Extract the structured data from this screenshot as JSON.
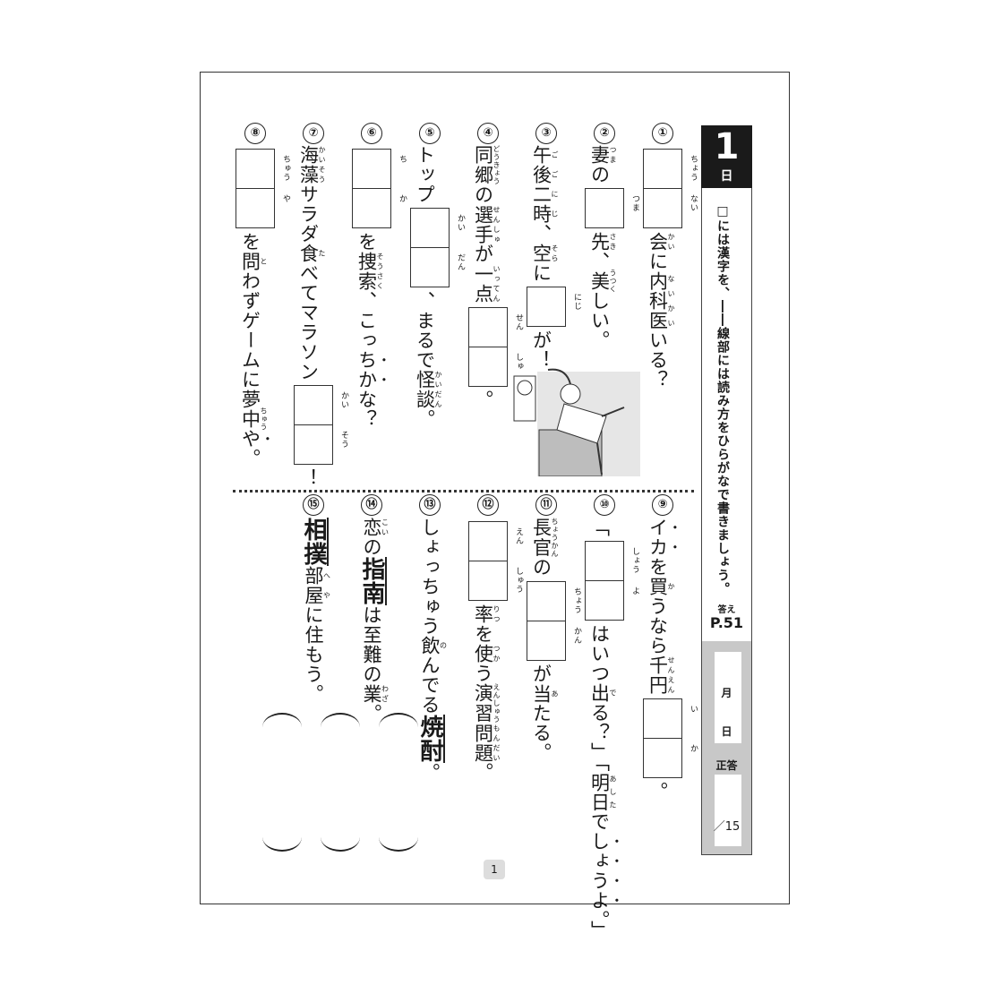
{
  "header": {
    "day_number": "1",
    "day_label": "日"
  },
  "instruction": "□には漢字を、――線部には読み方をひらがなで書きましょう。",
  "answer": {
    "label": "答え",
    "page": "P.51"
  },
  "record": {
    "month": "月",
    "day": "日",
    "score_label": "正答",
    "score": "／15"
  },
  "page_number": "1",
  "questions_top": [
    {
      "no": "①",
      "parts": [
        {
          "box": [
            "ちょう",
            "ない"
          ]
        },
        {
          "t": "会",
          "r": "かい"
        },
        {
          "t": "に"
        },
        {
          "t": "内科医",
          "r": "ないかい",
          "em": true
        },
        {
          "t": "いる？"
        }
      ]
    },
    {
      "no": "②",
      "parts": [
        {
          "t": "妻",
          "r": "つま",
          "em": true
        },
        {
          "t": "の"
        },
        {
          "box": [
            "つま"
          ]
        },
        {
          "t": "先",
          "r": "さき"
        },
        {
          "t": "、"
        },
        {
          "t": "美",
          "r": "うつく"
        },
        {
          "t": "しい。"
        }
      ]
    },
    {
      "no": "③",
      "parts": [
        {
          "t": "午後二時",
          "r": "ごごにじ",
          "em": true
        },
        {
          "t": "、"
        },
        {
          "t": "空",
          "r": "そら"
        },
        {
          "t": "に"
        },
        {
          "box": [
            "にじ"
          ]
        },
        {
          "t": "が！"
        }
      ]
    },
    {
      "no": "④",
      "parts": [
        {
          "t": "同郷",
          "r": "どうきょう"
        },
        {
          "t": "の"
        },
        {
          "t": "選手",
          "r": "せんしゅ",
          "em": true
        },
        {
          "t": "が"
        },
        {
          "t": "一点",
          "r": "いってん"
        },
        {
          "box": [
            "せん",
            "しゅ"
          ]
        },
        {
          "t": "。"
        }
      ]
    },
    {
      "no": "⑤",
      "parts": [
        {
          "t": "トップ"
        },
        {
          "box": [
            "かい",
            "だん"
          ]
        },
        {
          "t": "、まるで"
        },
        {
          "t": "怪談",
          "r": "かいだん",
          "em": true
        },
        {
          "t": "。"
        }
      ]
    },
    {
      "no": "⑥",
      "parts": [
        {
          "box": [
            "ち",
            "か"
          ]
        },
        {
          "t": "を"
        },
        {
          "t": "捜索",
          "r": "そうさく"
        },
        {
          "t": "、こっ"
        },
        {
          "t": "ちか",
          "em": true
        },
        {
          "t": "な？"
        }
      ]
    },
    {
      "no": "⑦",
      "parts": [
        {
          "t": "海藻",
          "r": "かいそう",
          "em": true
        },
        {
          "t": "サラダ"
        },
        {
          "t": "食",
          "r": "た"
        },
        {
          "t": "べてマラソン"
        },
        {
          "box": [
            "かい",
            "そう"
          ]
        },
        {
          "t": "！"
        }
      ]
    },
    {
      "no": "⑧",
      "parts": [
        {
          "box": [
            "ちゅう",
            "や"
          ]
        },
        {
          "t": "を"
        },
        {
          "t": "問",
          "r": "と"
        },
        {
          "t": "わずゲームに"
        },
        {
          "t": "夢"
        },
        {
          "t": "中",
          "r": "ちゅう",
          "em": true
        },
        {
          "t": "や",
          "em": true
        },
        {
          "t": "。"
        }
      ]
    }
  ],
  "questions_bottom": [
    {
      "no": "⑨",
      "parts": [
        {
          "t": "イカ",
          "em": true
        },
        {
          "t": "を"
        },
        {
          "t": "買",
          "r": "か"
        },
        {
          "t": "うなら"
        },
        {
          "t": "千円",
          "r": "せんえん"
        },
        {
          "box": [
            "い",
            "か"
          ]
        },
        {
          "t": "。"
        }
      ]
    },
    {
      "no": "⑩",
      "parts": [
        {
          "t": "「"
        },
        {
          "box": [
            "しょう",
            "よ"
          ]
        },
        {
          "t": "はいつ"
        },
        {
          "t": "出",
          "r": "で"
        },
        {
          "t": "る？」「"
        },
        {
          "t": "明日",
          "r": "あした"
        },
        {
          "t": "で"
        },
        {
          "t": "しょうよ",
          "em": true
        },
        {
          "t": "。」"
        }
      ]
    },
    {
      "no": "⑪",
      "parts": [
        {
          "t": "長官",
          "r": "ちょうかん",
          "em": true
        },
        {
          "t": "の"
        },
        {
          "box": [
            "ちょう",
            "かん"
          ]
        },
        {
          "t": "が"
        },
        {
          "t": "当",
          "r": "あ"
        },
        {
          "t": "たる。"
        }
      ]
    },
    {
      "no": "⑫",
      "parts": [
        {
          "box": [
            "えん",
            "しゅう"
          ]
        },
        {
          "t": "率",
          "r": "りつ"
        },
        {
          "t": "を"
        },
        {
          "t": "使",
          "r": "つか"
        },
        {
          "t": "う"
        },
        {
          "t": "演習",
          "r": "えんしゅう",
          "em": true
        },
        {
          "t": "問題",
          "r": "もんだい"
        },
        {
          "t": "。"
        }
      ]
    },
    {
      "no": "⑬",
      "parts": [
        {
          "t": "しょっちゅう"
        },
        {
          "t": "飲",
          "r": "の"
        },
        {
          "t": "んでる"
        },
        {
          "t": "焼酎",
          "line": true
        },
        {
          "t": "。"
        }
      ]
    },
    {
      "no": "⑭",
      "parts": [
        {
          "t": "恋",
          "r": "こい"
        },
        {
          "t": "の"
        },
        {
          "t": "指南",
          "line": true
        },
        {
          "t": "は至難の"
        },
        {
          "t": "業",
          "r": "わざ"
        },
        {
          "t": "。"
        }
      ]
    },
    {
      "no": "⑮",
      "parts": [
        {
          "t": "相撲",
          "line": true
        },
        {
          "t": "部屋",
          "r": "へや"
        },
        {
          "t": "に住もう。"
        }
      ]
    }
  ]
}
